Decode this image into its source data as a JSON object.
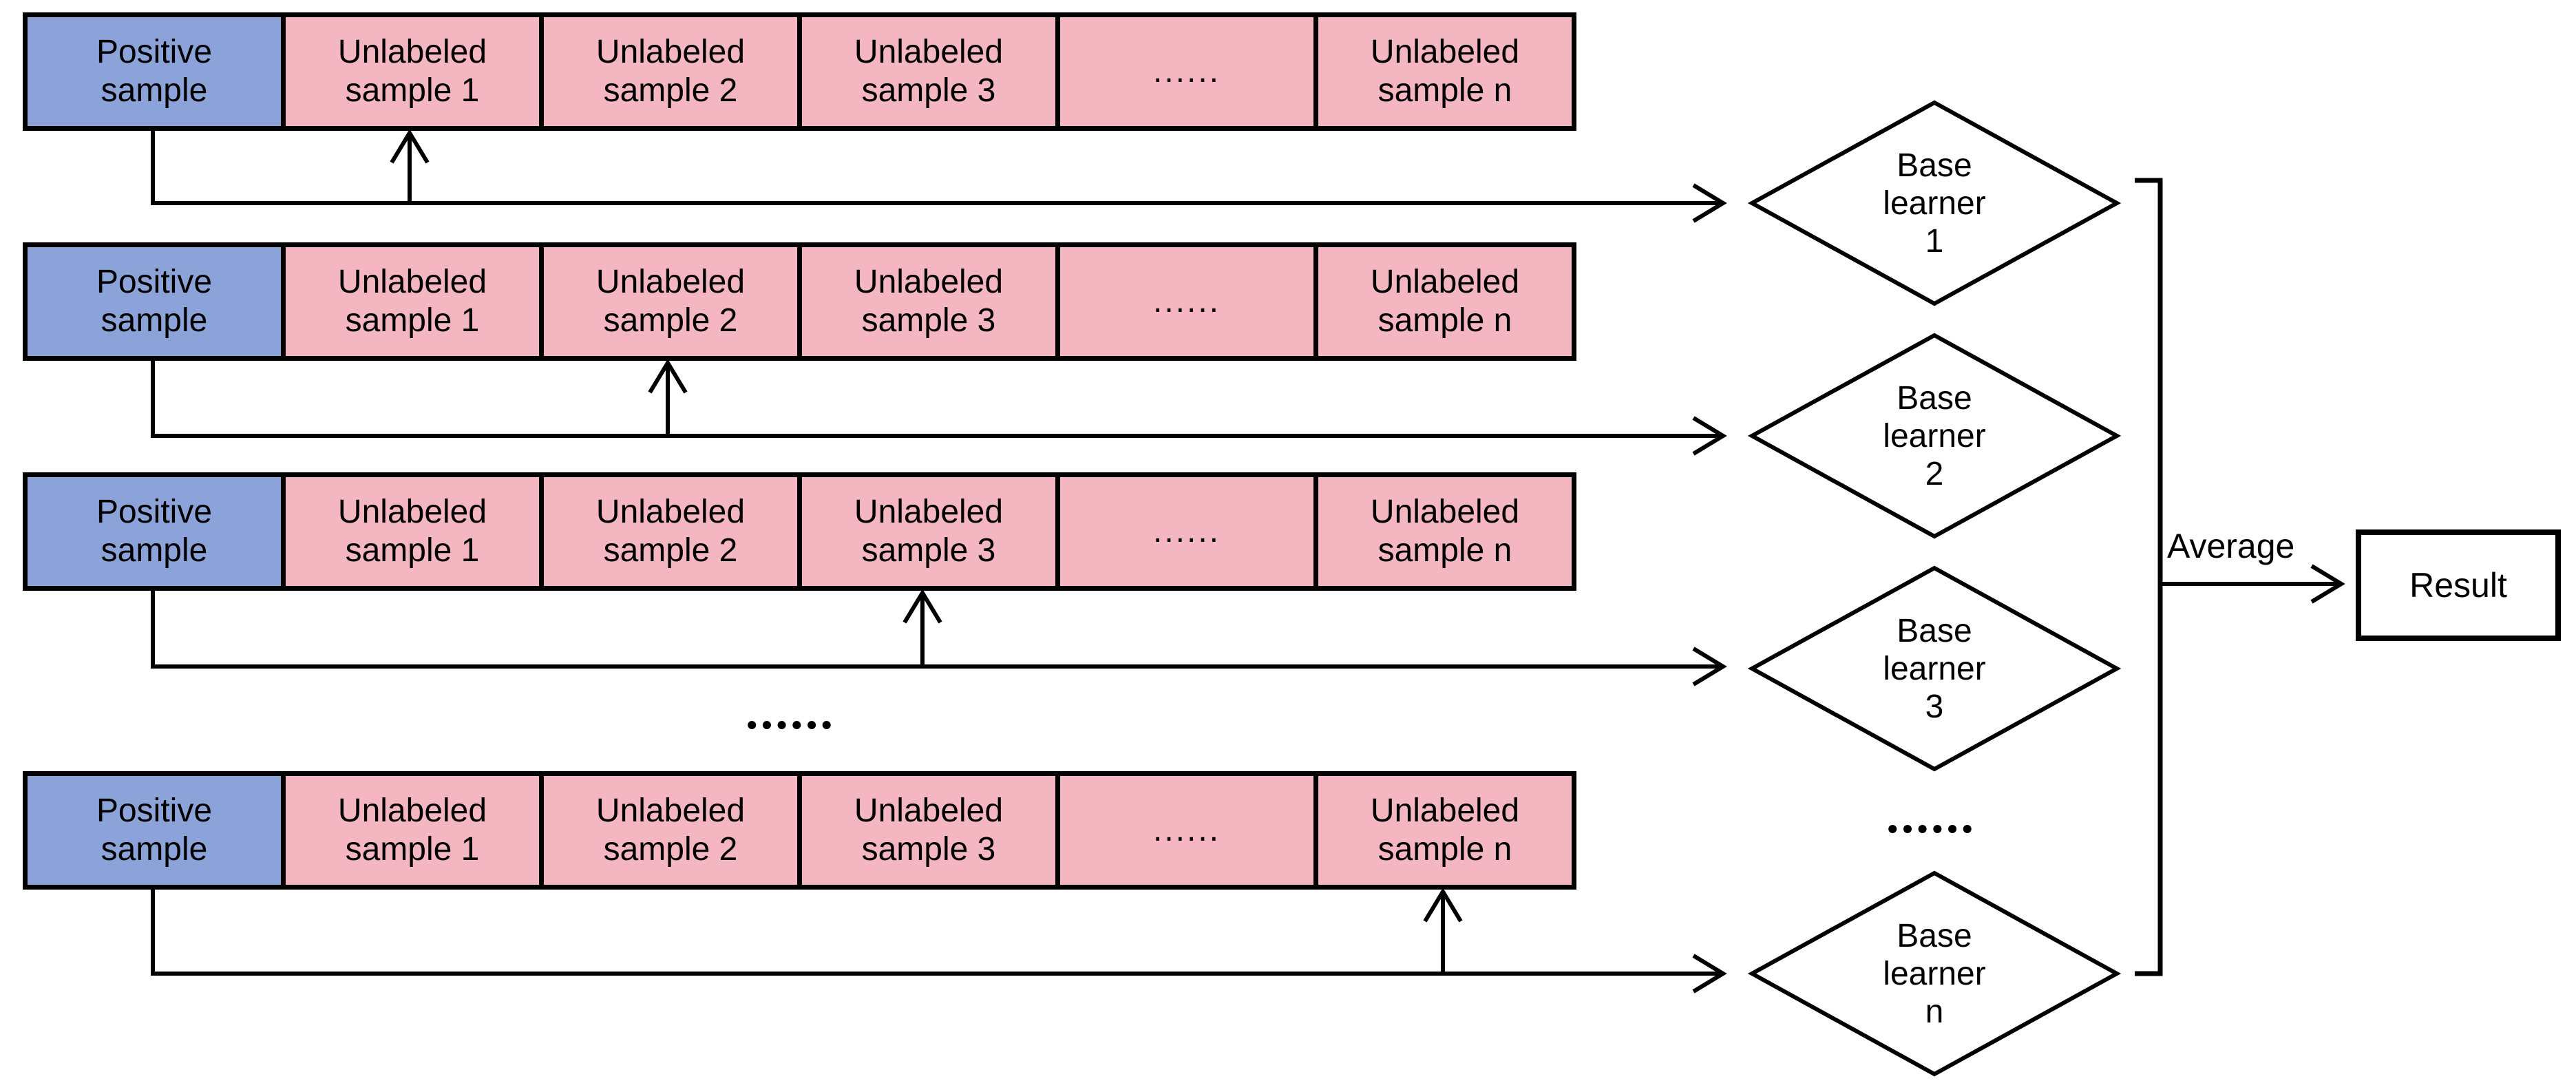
{
  "diagram": {
    "colors": {
      "positive": "#8ba3d9",
      "unlabeled": "#f4b6c1",
      "stroke": "#000000",
      "background": "#ffffff"
    },
    "rows": [
      {
        "cells": [
          {
            "label": "Positive\nsample"
          },
          {
            "label": "Unlabeled\nsample 1"
          },
          {
            "label": "Unlabeled\nsample 2"
          },
          {
            "label": "Unlabeled\nsample 3"
          },
          {
            "label": "......"
          },
          {
            "label": "Unlabeled\nsample n"
          }
        ]
      },
      {
        "cells": [
          {
            "label": "Positive\nsample"
          },
          {
            "label": "Unlabeled\nsample 1"
          },
          {
            "label": "Unlabeled\nsample 2"
          },
          {
            "label": "Unlabeled\nsample 3"
          },
          {
            "label": "......"
          },
          {
            "label": "Unlabeled\nsample n"
          }
        ]
      },
      {
        "cells": [
          {
            "label": "Positive\nsample"
          },
          {
            "label": "Unlabeled\nsample 1"
          },
          {
            "label": "Unlabeled\nsample 2"
          },
          {
            "label": "Unlabeled\nsample 3"
          },
          {
            "label": "......"
          },
          {
            "label": "Unlabeled\nsample n"
          }
        ]
      },
      {
        "cells": [
          {
            "label": "Positive\nsample"
          },
          {
            "label": "Unlabeled\nsample 1"
          },
          {
            "label": "Unlabeled\nsample 2"
          },
          {
            "label": "Unlabeled\nsample 3"
          },
          {
            "label": "......"
          },
          {
            "label": "Unlabeled\nsample n"
          }
        ]
      }
    ],
    "rows_ellipsis": "••••••",
    "learners": [
      {
        "label": "Base\nlearner\n1"
      },
      {
        "label": "Base\nlearner\n2"
      },
      {
        "label": "Base\nlearner\n3"
      },
      {
        "label": "Base\nlearner\nn"
      }
    ],
    "learners_ellipsis": "••••••",
    "average_label": "Average",
    "result_label": "Result"
  }
}
